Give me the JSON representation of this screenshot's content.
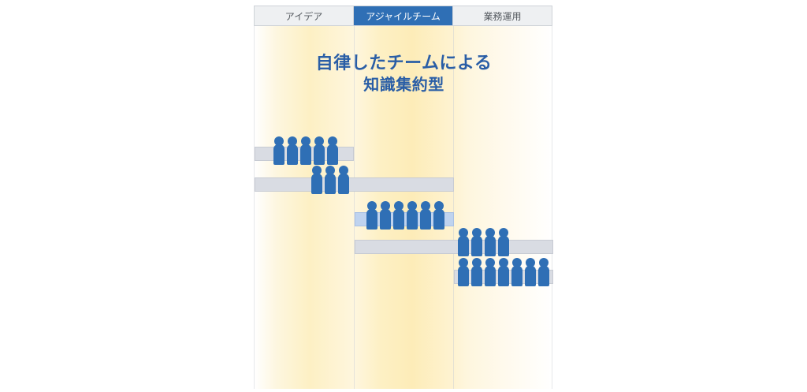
{
  "tabs": [
    {
      "label": "アイデア",
      "active": false
    },
    {
      "label": "アジャイルチーム",
      "active": true
    },
    {
      "label": "業務運用",
      "active": false
    }
  ],
  "title": {
    "line1": "自律したチームによる",
    "line2": "知識集約型"
  },
  "teams": [
    {
      "name": "team-1",
      "members": 5
    },
    {
      "name": "team-2",
      "members": 3
    },
    {
      "name": "team-3",
      "members": 6
    },
    {
      "name": "team-4",
      "members": 4
    },
    {
      "name": "team-5",
      "members": 7
    }
  ],
  "colors": {
    "accent": "#2f6fb5",
    "title": "#2a5ea6",
    "bar": "#d9dce3",
    "bar_active": "#bfd3ef",
    "highlight": "#fdf0c4"
  },
  "icons": {
    "member": "person-icon"
  }
}
